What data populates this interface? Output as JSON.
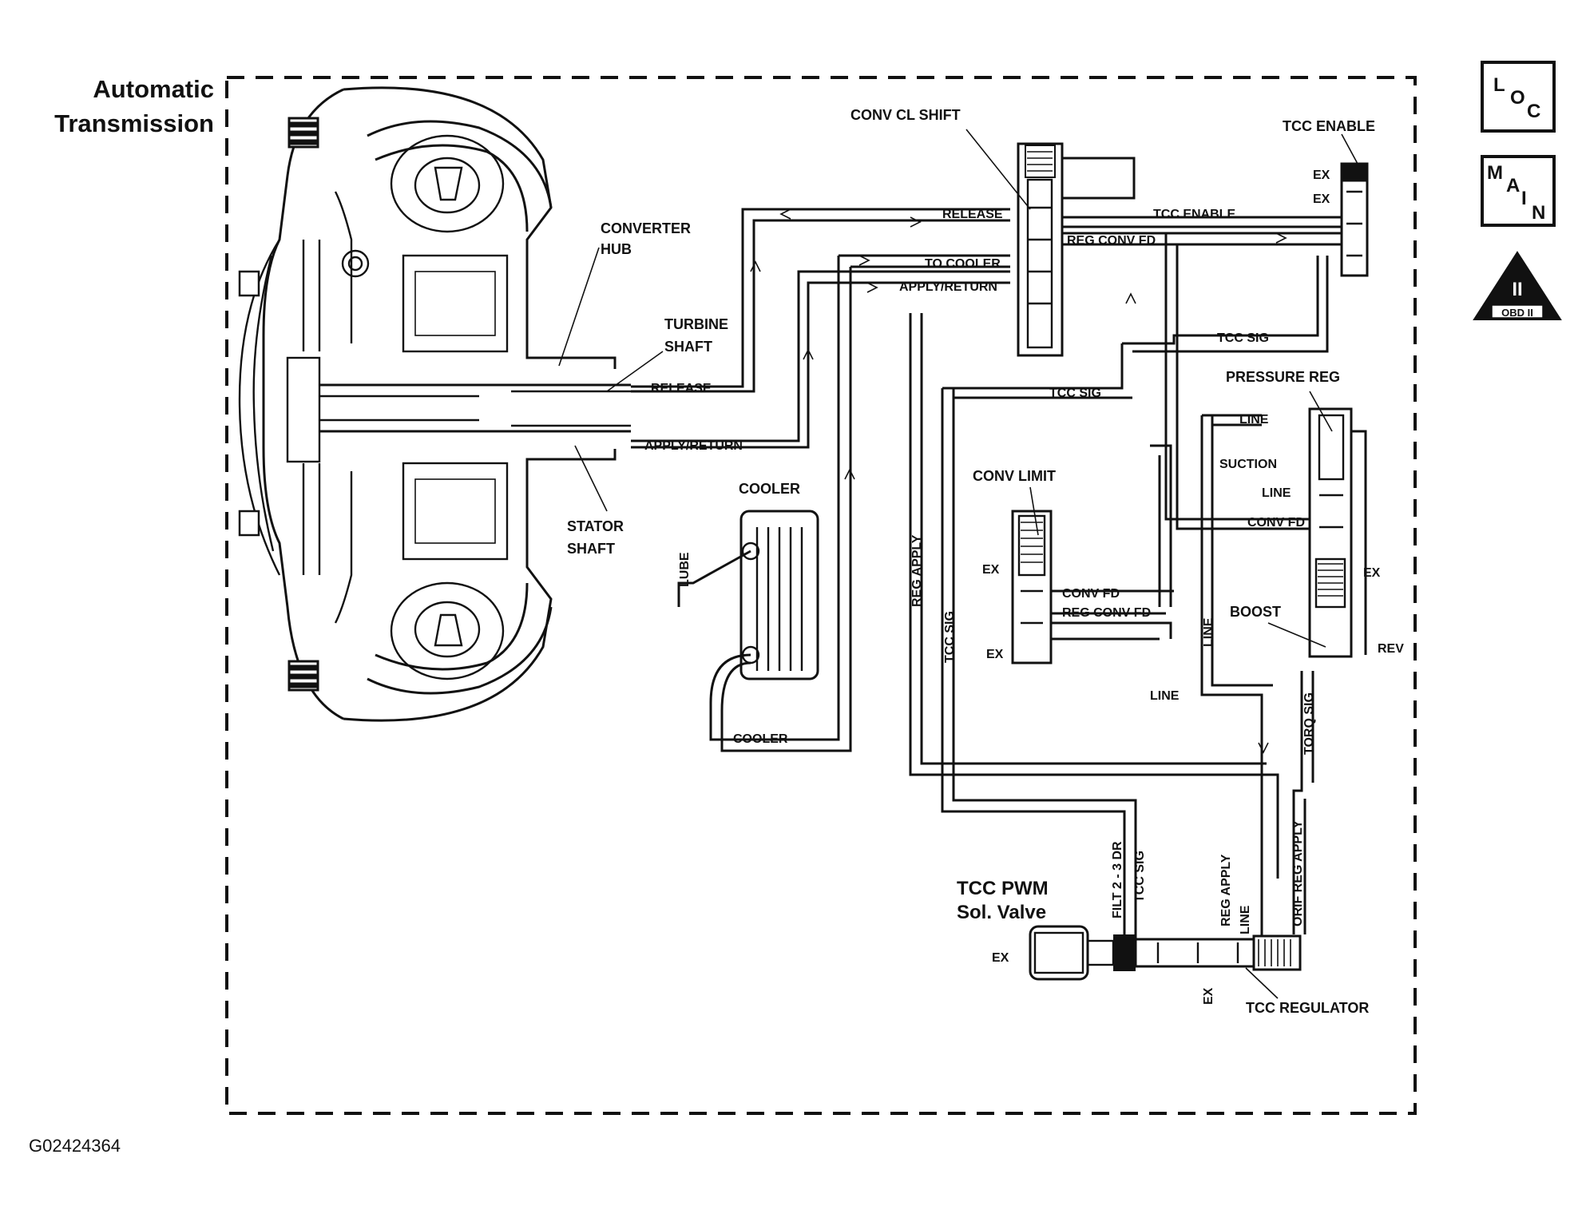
{
  "title": [
    "Automatic",
    "Transmission"
  ],
  "figure_id": "G02424364",
  "nav": {
    "loc": [
      "L",
      "O",
      "C"
    ],
    "main": [
      "M",
      "A",
      "I",
      "N"
    ],
    "obd": {
      "numeral": "II",
      "text": "OBD II"
    }
  },
  "labels": {
    "converter_hub": [
      "CONVERTER",
      "HUB"
    ],
    "turbine_shaft": [
      "TURBINE",
      "SHAFT"
    ],
    "stator_shaft": [
      "STATOR",
      "SHAFT"
    ],
    "cooler": "COOLER",
    "conv_cl_shift": "CONV CL SHIFT",
    "tcc_enable_title": "TCC ENABLE",
    "pressure_reg": "PRESSURE REG",
    "conv_limit": "CONV LIMIT",
    "boost": "BOOST",
    "tcc_pwm": [
      "TCC PWM",
      "Sol. Valve"
    ],
    "tcc_regulator": "TCC REGULATOR"
  },
  "lines": {
    "release_top": "RELEASE",
    "tcc_enable_line": "TCC ENABLE",
    "reg_conv_fd_top": "REG CONV FD",
    "to_cooler": "TO COOLER",
    "apply_return_top": "APPLY/RETURN",
    "tcc_sig_top": "TCC SIG",
    "tcc_sig_mid": "TCC SIG",
    "release_shaft": "RELEASE",
    "apply_return_shaft": "APPLY/RETURN",
    "lube": "LUBE",
    "cooler_line": "COOLER",
    "reg_apply_v": "REG APPLY",
    "tcc_sig_v": "TCC SIG",
    "line_pr_top": "LINE",
    "suction": "SUCTION",
    "line_pr_mid": "LINE",
    "conv_fd_pr": "CONV FD",
    "ex_pr": "EX",
    "rev": "REV",
    "conv_fd_cl": "CONV FD",
    "reg_conv_fd_cl": "REG CONV FD",
    "ex_cl_1": "EX",
    "ex_cl_2": "EX",
    "line_v": "LINE",
    "line_h": "LINE",
    "torq_sig": "TORQ SIG",
    "ex_enable_1": "EX",
    "ex_enable_2": "EX",
    "filt": "FILT 2 - 3 DR",
    "tcc_sig_sol": "TCC SIG",
    "reg_apply_sol": "REG APPLY",
    "line_sol": "LINE",
    "orif_reg_apply": "ORIF REG APPLY",
    "ex_sol": "EX",
    "ex_reg": "EX"
  }
}
